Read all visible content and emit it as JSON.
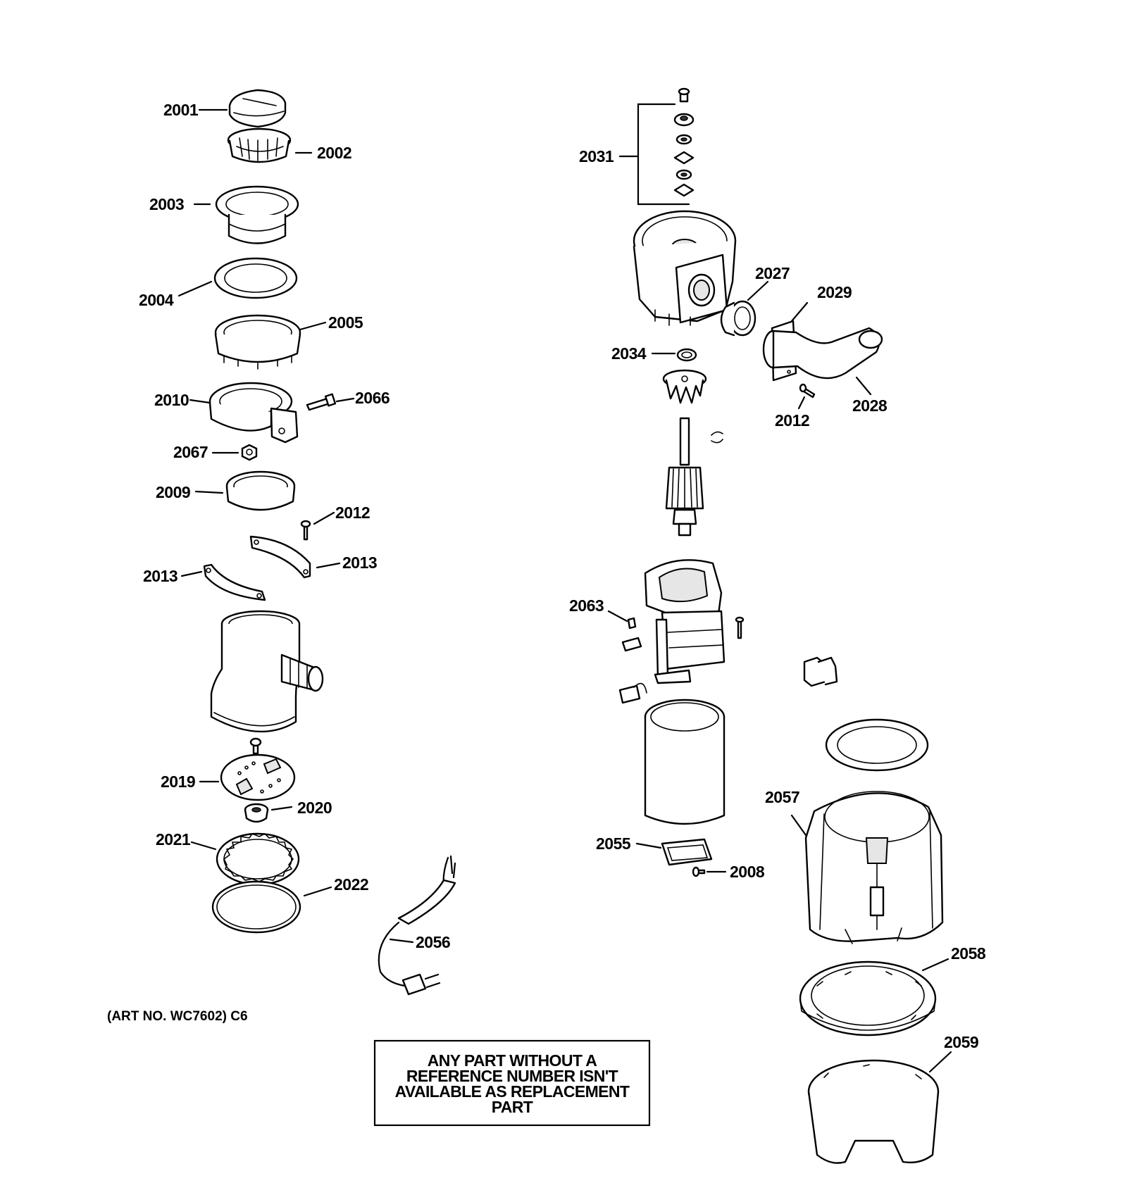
{
  "callouts": {
    "c2001": "2001",
    "c2002": "2002",
    "c2003": "2003",
    "c2004": "2004",
    "c2005": "2005",
    "c2010": "2010",
    "c2066": "2066",
    "c2067": "2067",
    "c2009": "2009",
    "c2012a": "2012",
    "c2013a": "2013",
    "c2013b": "2013",
    "c2019": "2019",
    "c2020": "2020",
    "c2021": "2021",
    "c2022": "2022",
    "c2056": "2056",
    "c2031": "2031",
    "c2027": "2027",
    "c2029": "2029",
    "c2034": "2034",
    "c2012b": "2012",
    "c2028": "2028",
    "c2063": "2063",
    "c2057": "2057",
    "c2055": "2055",
    "c2008": "2008",
    "c2058": "2058",
    "c2059": "2059"
  },
  "art_number": "(ART NO. WC7602) C6",
  "note": {
    "line1": "ANY PART WITHOUT A",
    "line2": "REFERENCE NUMBER ISN'T",
    "line3": "AVAILABLE AS REPLACEMENT",
    "line4": "PART"
  }
}
